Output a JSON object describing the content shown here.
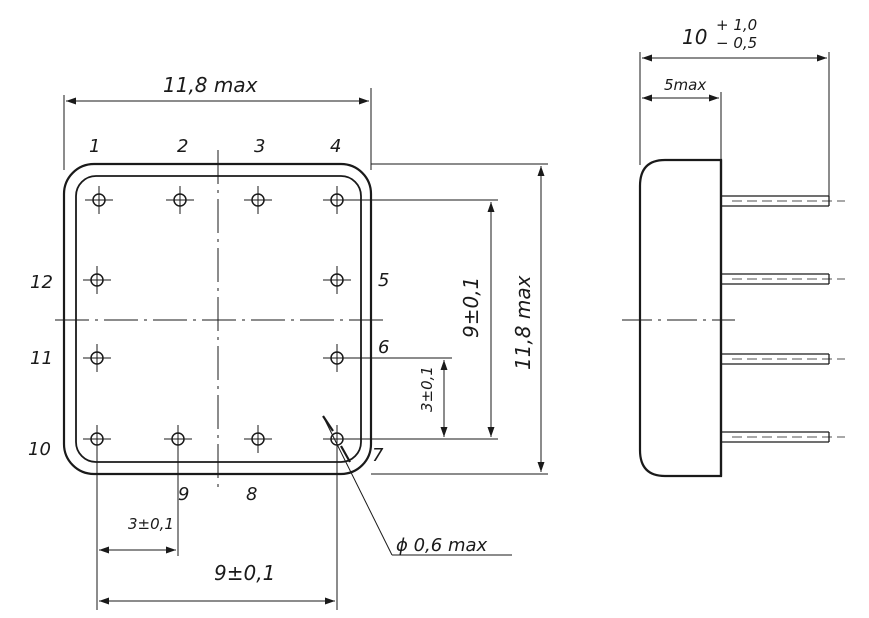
{
  "front_view": {
    "pin_numbers": [
      "1",
      "2",
      "3",
      "4",
      "5",
      "6",
      "7",
      "8",
      "9",
      "10",
      "11",
      "12"
    ],
    "dim_width": "11,8 max",
    "dim_height": "11,8 max",
    "dim_vertical_pitch_total": "9±0,1",
    "dim_vertical_pitch_single": "3±0,1",
    "dim_horizontal_pitch_single": "3±0,1",
    "dim_horizontal_pitch_total": "9±0,1",
    "dim_pin_diameter": "ϕ 0,6 max"
  },
  "side_view": {
    "dim_total_base": "10",
    "dim_total_tol_upper": "+ 1,0",
    "dim_total_tol_lower": "− 0,5",
    "dim_body_depth": "5max"
  }
}
